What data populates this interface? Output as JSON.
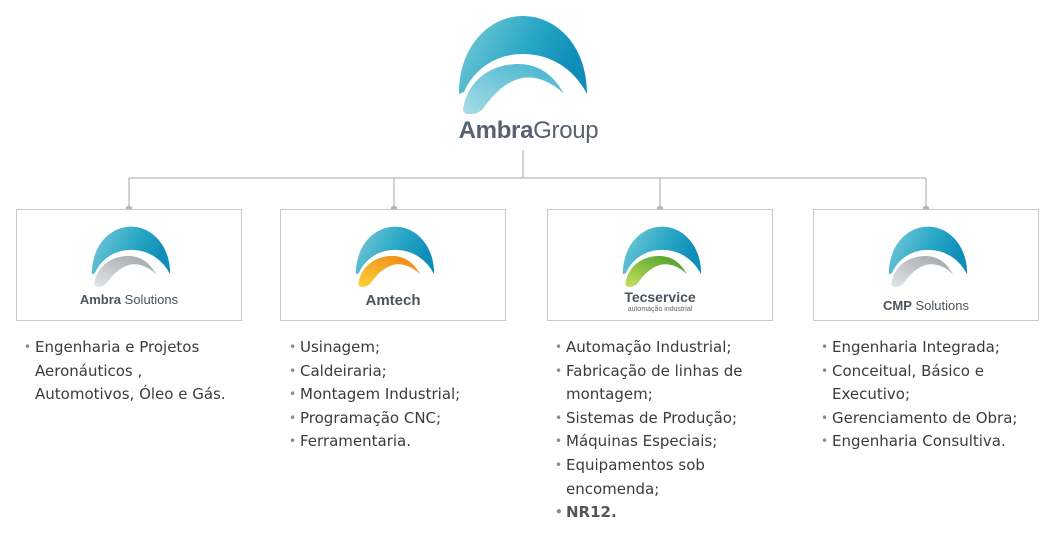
{
  "colors": {
    "teal": "#1aa0c4",
    "teal_light": "#67c3d6",
    "gray_swoosh": "#a8acb0",
    "orange": "#f7a01a",
    "green": "#6db33f",
    "line": "#b9b9b9"
  },
  "parent": {
    "logo_icon": "ambra-dome-logo",
    "name_bold": "Ambra",
    "name_rest": "Group"
  },
  "companies": [
    {
      "logo_icon": "ambra-solutions-logo",
      "name_bold": "Ambra",
      "name_rest": "Solutions",
      "items": [
        "Engenharia e Projetos Aeronáuticos , Automotivos, Óleo e Gás."
      ]
    },
    {
      "logo_icon": "amtech-logo",
      "name_bold": "",
      "name_rest": "Amtech",
      "items": [
        "Usinagem;",
        "Caldeiraria;",
        "Montagem Industrial;",
        "Programação CNC;",
        "Ferramentaria."
      ]
    },
    {
      "logo_icon": "tecservice-logo",
      "name_bold": "",
      "name_rest": "Tecservice",
      "tagline": "automação industrial",
      "items": [
        "Automação Industrial;",
        "Fabricação de linhas de montagem;",
        "Sistemas de Produção;",
        "Máquinas Especiais;",
        "Equipamentos sob encomenda;",
        "NR12."
      ]
    },
    {
      "logo_icon": "cmp-solutions-logo",
      "name_bold": "CMP",
      "name_rest": "Solutions",
      "items": [
        "Engenharia Integrada;",
        "Conceitual, Básico e Executivo;",
        "Gerenciamento de Obra;",
        "Engenharia Consultiva."
      ]
    }
  ]
}
